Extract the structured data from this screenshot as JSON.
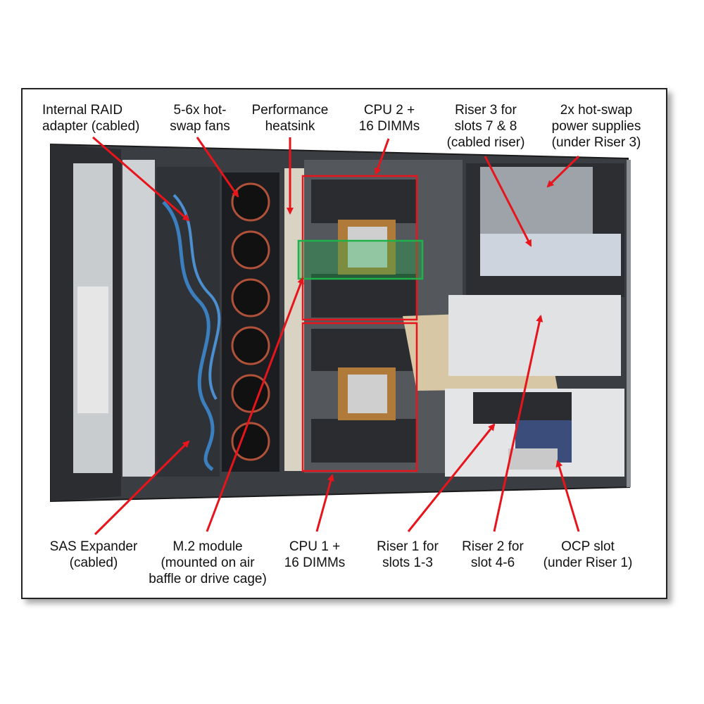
{
  "colors": {
    "callout_arrow": "#e8141c",
    "highlight_red": "#e8141c",
    "highlight_green": "#1fb24a",
    "frame_border": "#222222"
  },
  "labels": {
    "internal_raid": [
      "Internal RAID",
      "adapter (cabled)"
    ],
    "fans": [
      "5-6x hot-",
      "swap fans"
    ],
    "heatsink": [
      "Performance",
      "heatsink"
    ],
    "cpu2": [
      "CPU 2 +",
      "16 DIMMs"
    ],
    "riser3": [
      "Riser 3 for",
      "slots 7 & 8",
      "(cabled riser)"
    ],
    "psu": [
      "2x hot-swap",
      "power supplies",
      "(under Riser 3)"
    ],
    "sas_expander": [
      "SAS Expander",
      "(cabled)"
    ],
    "m2_module": [
      "M.2 module",
      "(mounted on air",
      "baffle or drive cage)"
    ],
    "cpu1": [
      "CPU 1 +",
      "16 DIMMs"
    ],
    "riser1": [
      "Riser 1 for",
      "slots 1-3"
    ],
    "riser2": [
      "Riser 2 for",
      "slot 4-6"
    ],
    "ocp": [
      "OCP slot",
      "(under Riser 1)"
    ]
  }
}
